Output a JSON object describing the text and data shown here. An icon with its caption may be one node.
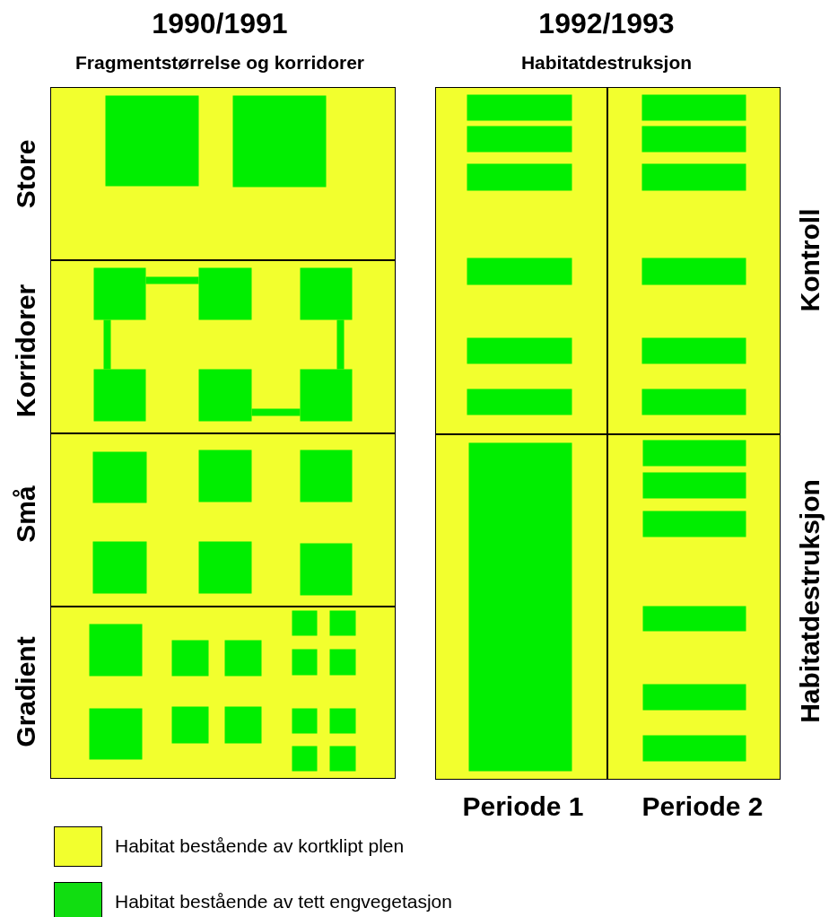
{
  "diagram": {
    "nodes": [
      {
        "text": [
          "Store"
        ]
      },
      {
        "text": [
          "Korridorer"
        ]
      },
      {
        "text": [
          "Små"
        ]
      },
      {
        "text": [
          "Gradient"
        ]
      },
      {
        "text": [],
        "shape": "box"
      },
      {
        "text": [],
        "shape": "box"
      },
      {
        "text": [],
        "shape": "box"
      },
      {
        "text": [],
        "shape": "box"
      }
    ],
    "edges": [],
    "labels": [
      "1990/1991",
      "Fragmentstørrelse og korridorer",
      "1992/1993",
      "Habitatdestruksjon",
      "Kontroll",
      "Habitatdestruksjon",
      "Periode 1",
      "Periode 2"
    ],
    "legend": [
      {
        "text": "Habitat bestående av kortklipt plen",
        "color": "#f2ff2e"
      },
      {
        "text": "Habitat bestående av tett engvegetasjon",
        "color": "#11dd11"
      }
    ]
  }
}
